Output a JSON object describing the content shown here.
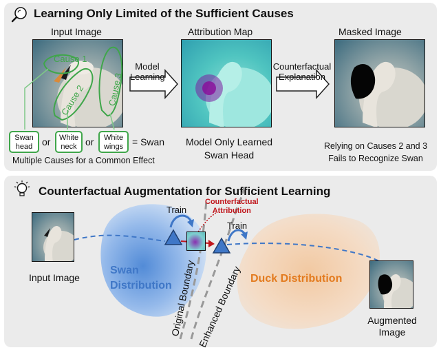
{
  "top": {
    "title": "Learning Only Limited of the Sufficient Causes",
    "input_label": "Input Image",
    "attribution_label": "Attribution Map",
    "masked_label": "Masked Image",
    "arrow1_line1": "Model",
    "arrow1_line2": "Learning",
    "arrow2_line1": "Counterfactual",
    "arrow2_line2": "Explanation",
    "causes": [
      "Cause 1",
      "Cause 2",
      "Cause 3"
    ],
    "boxes": [
      {
        "line1": "Swan",
        "line2": "head"
      },
      {
        "line1": "White",
        "line2": "neck"
      },
      {
        "line1": "White",
        "line2": "wings"
      }
    ],
    "or_text": "or",
    "equals_text": "= Swan",
    "multi_causes": "Multiple Causes for a Common Effect",
    "model_only_line1": "Model Only Learned",
    "model_only_line2": "Swan Head",
    "relying_line1": "Relying on Causes 2 and 3",
    "relying_line2": "Fails to Recognize Swan"
  },
  "bottom": {
    "title": "Counterfactual Augmentation for Sufficient Learning",
    "input_label": "Input Image",
    "swan_line1": "Swan",
    "swan_line2": "Distribution",
    "duck": "Duck Distribution",
    "train1": "Train",
    "train2": "Train",
    "cf_line1": "Counterfactual",
    "cf_line2": "Attribution",
    "original_boundary": "Original Boundary",
    "enhanced_boundary": "Enhanced Boundary",
    "augmented_line1": "Augmented",
    "augmented_line2": "Image"
  },
  "colors": {
    "cause_green": "#3fa64a",
    "swan_blue": "#3f77c7",
    "duck_orange": "#e37b1f",
    "cf_red": "#c0161c",
    "panel_gray": "#ebebeb"
  },
  "icons": [
    "magnifier-icon",
    "lightbulb-icon"
  ]
}
